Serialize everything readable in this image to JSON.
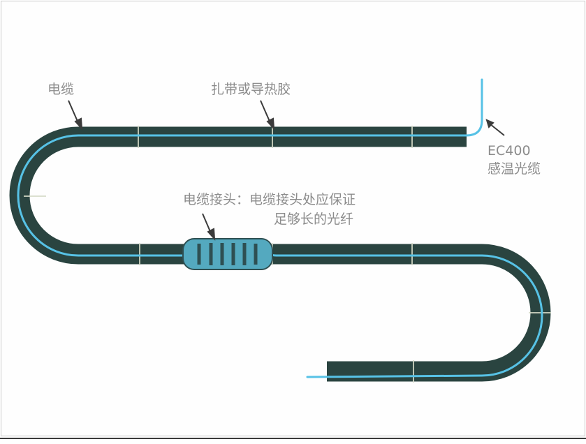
{
  "labels": {
    "cable": "电缆",
    "tie_or_tape": "扎带或导热胶",
    "sensing_fiber_line1": "EC400",
    "sensing_fiber_line2": "感温光缆",
    "joint_line1": "电缆接头：电缆接头处应保证",
    "joint_line2": "足够长的光纤"
  },
  "colors": {
    "cable": "#2a4440",
    "fiber": "#57c2e6",
    "tie": "#d6dbc8",
    "joint_body": "#54a9bf",
    "joint_bands": "#2e4f52",
    "label_text": "#8c8c8c",
    "arrow": "#3b3b3b"
  }
}
